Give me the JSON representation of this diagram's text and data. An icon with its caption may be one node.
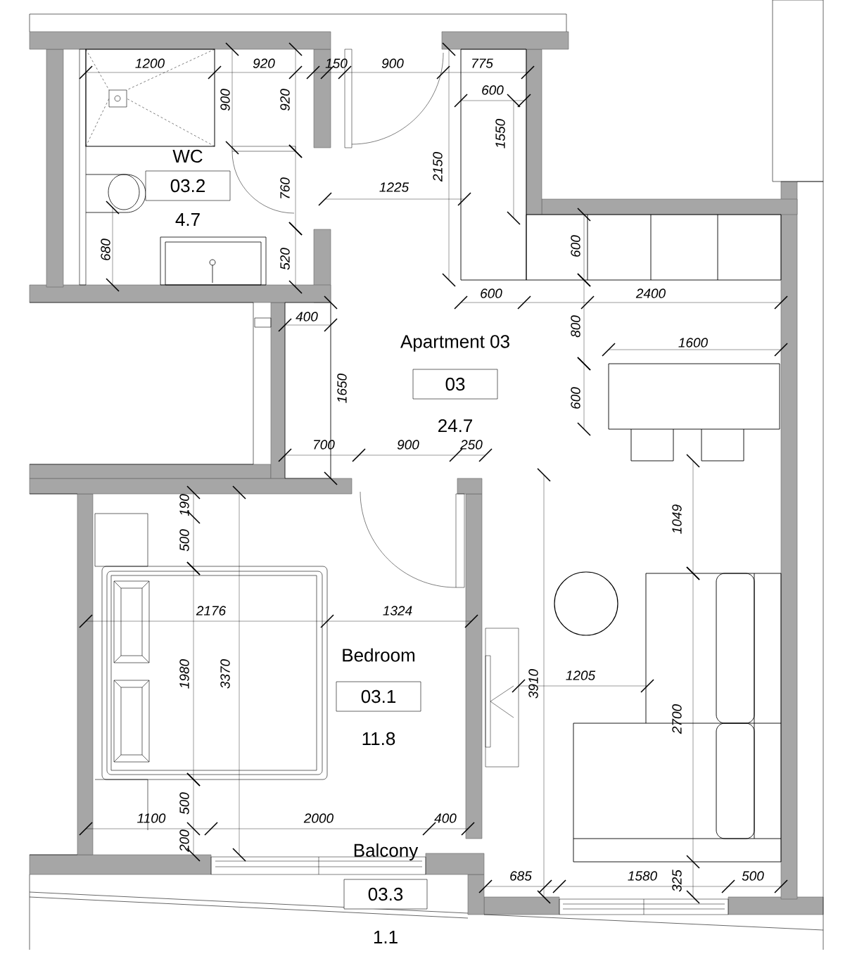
{
  "diagram": {
    "nodes": [
      {
        "text": [
          "WC",
          "03.2"
        ],
        "beside": [
          "4.7"
        ]
      },
      {
        "text": [
          "Apartment 03",
          "03"
        ],
        "beside": [
          "24.7"
        ]
      },
      {
        "text": [
          "Bedroom",
          "03.1"
        ],
        "beside": [
          "11.8"
        ]
      },
      {
        "text": [
          "Balcony",
          "03.3"
        ],
        "beside": [
          "1.1"
        ]
      }
    ],
    "labels": [
      "1200",
      "920",
      "150",
      "900",
      "775",
      "600",
      "900",
      "920",
      "1550",
      "2150",
      "1225",
      "760",
      "680",
      "520",
      "600",
      "600",
      "2400",
      "800",
      "400",
      "1650",
      "1600",
      "600",
      "700",
      "900",
      "250",
      "190",
      "500",
      "1049",
      "2176",
      "1324",
      "1980",
      "3370",
      "3910",
      "1205",
      "2700",
      "1100",
      "500",
      "2000",
      "400",
      "200",
      "685",
      "1580",
      "325",
      "500"
    ]
  }
}
